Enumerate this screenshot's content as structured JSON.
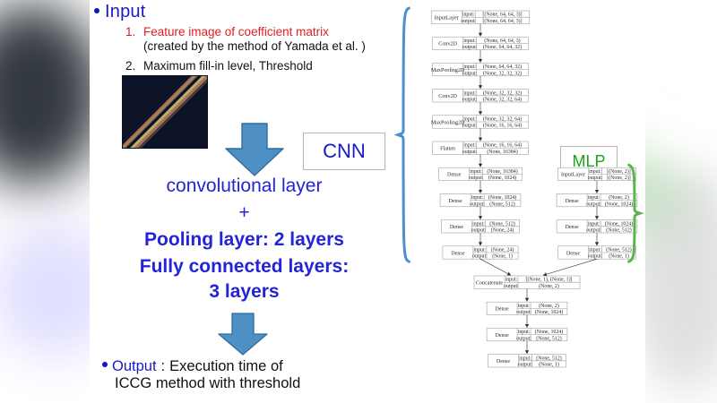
{
  "slide": {
    "input_heading": "Input",
    "items": [
      {
        "num": "1.",
        "text": "Feature image of coefficient matrix",
        "sub": "(created by the method of Yamada et al. )",
        "color": "#e02020"
      },
      {
        "num": "2.",
        "text": "Maximum fill-in level, Threshold",
        "sub": "",
        "color": "#111111"
      }
    ],
    "cnn_label": "CNN",
    "mlp_label": "MLP",
    "architecture_lines": [
      "convolutional layer",
      "+",
      "Pooling layer: 2 layers",
      "Fully connected layers:",
      "3 layers"
    ],
    "output_label": "Output",
    "output_sep": ": ",
    "output_text_line1": "Execution time of",
    "output_text_line2": "ICCG method with threshold",
    "colors": {
      "heading_blue": "#1a1ac4",
      "body_blue": "#2323d8",
      "red": "#e02020",
      "green": "#19a319",
      "arrow_blue": "#4e8fc4",
      "brace_blue": "#4a90cc",
      "brace_green": "#5bb450"
    }
  },
  "network": {
    "col_headers": [
      "input:",
      "output:"
    ],
    "cnn_branch": [
      {
        "name": "InputLayer",
        "input": "[(None, 64, 64, 3)]",
        "output": "[(None, 64, 64, 3)]"
      },
      {
        "name": "Conv2D",
        "input": "(None, 64, 64, 3)",
        "output": "(None, 64, 64, 32)"
      },
      {
        "name": "MaxPooling2D",
        "input": "(None, 64, 64, 32)",
        "output": "(None, 32, 32, 32)"
      },
      {
        "name": "Conv2D",
        "input": "(None, 32, 32, 32)",
        "output": "(None, 32, 32, 64)"
      },
      {
        "name": "MaxPooling2D",
        "input": "(None, 32, 32, 64)",
        "output": "(None, 16, 16, 64)"
      },
      {
        "name": "Flatten",
        "input": "(None, 16, 16, 64)",
        "output": "(None, 16384)"
      },
      {
        "name": "Dense",
        "input": "(None, 16384)",
        "output": "(None, 1024)"
      },
      {
        "name": "Dense",
        "input": "(None, 1024)",
        "output": "(None, 512)"
      },
      {
        "name": "Dense",
        "input": "(None, 512)",
        "output": "(None, 24)"
      },
      {
        "name": "Dense",
        "input": "(None, 24)",
        "output": "(None, 1)"
      }
    ],
    "mlp_branch": [
      {
        "name": "InputLayer",
        "input": "[(None, 2)]",
        "output": "[(None, 2)]"
      },
      {
        "name": "Dense",
        "input": "(None, 2)",
        "output": "(None, 1024)"
      },
      {
        "name": "Dense",
        "input": "(None, 1024)",
        "output": "(None, 512)"
      },
      {
        "name": "Dense",
        "input": "(None, 512)",
        "output": "(None, 1)"
      }
    ],
    "merge_branch": [
      {
        "name": "Concatenate",
        "input": "[(None, 1), (None, 1)]",
        "output": "(None, 2)"
      },
      {
        "name": "Dense",
        "input": "(None, 2)",
        "output": "(None, 1024)"
      },
      {
        "name": "Dense",
        "input": "(None, 1024)",
        "output": "(None, 512)"
      },
      {
        "name": "Dense",
        "input": "(None, 512)",
        "output": "(None, 1)"
      }
    ]
  }
}
